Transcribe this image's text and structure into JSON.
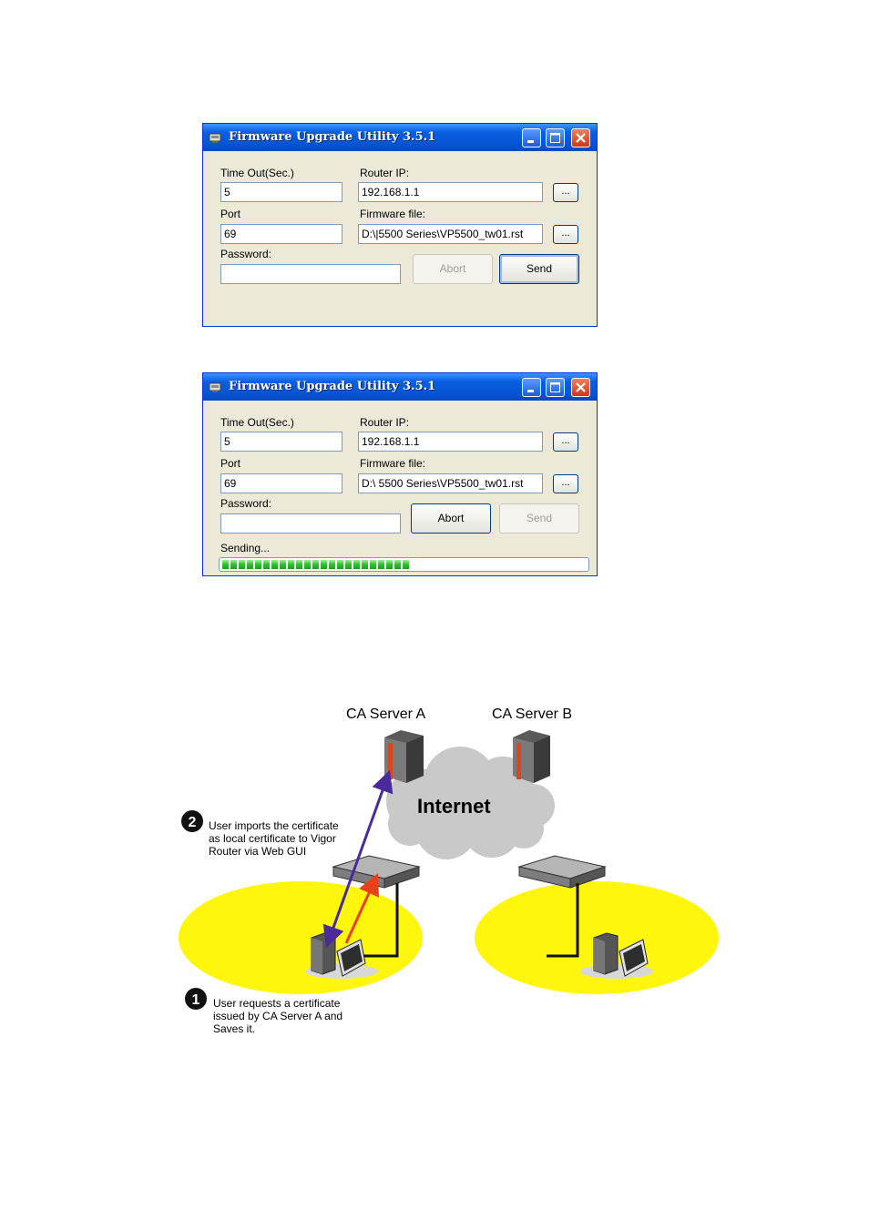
{
  "windows": [
    {
      "title": "Firmware Upgrade Utility 3.5.1",
      "timeout_label": "Time Out(Sec.)",
      "timeout_value": "5",
      "router_ip_label": "Router IP:",
      "router_ip_value": "192.168.1.1",
      "port_label": "Port",
      "port_value": "69",
      "firmware_label": "Firmware file:",
      "firmware_value": "D:\\|5500 Series\\VP5500_tw01.rst",
      "browse_label": "...",
      "password_label": "Password:",
      "password_value": "",
      "abort_label": "Abort",
      "send_label": "Send"
    },
    {
      "title": "Firmware Upgrade Utility 3.5.1",
      "timeout_label": "Time Out(Sec.)",
      "timeout_value": "5",
      "router_ip_label": "Router IP:",
      "router_ip_value": "192.168.1.1",
      "port_label": "Port",
      "port_value": "69",
      "firmware_label": "Firmware file:",
      "firmware_value": "D:\\ 5500 Series\\VP5500_tw01.rst",
      "browse_label": "...",
      "password_label": "Password:",
      "password_value": "",
      "abort_label": "Abort",
      "send_label": "Send",
      "status_text": "Sending...",
      "progress_fraction": 0.52
    }
  ],
  "diagram": {
    "ca_server_a": "CA Server A",
    "ca_server_b": "CA Server B",
    "internet": "Internet",
    "step2_number": "2",
    "step2_lines": [
      "User imports the certificate",
      "as local certificate to Vigor",
      "Router via Web GUI"
    ],
    "step1_number": "1",
    "step1_lines": [
      "User requests a certificate",
      "issued by CA Server A and",
      "Saves it."
    ],
    "colors": {
      "import_arrow": "#4b2a9a",
      "request_arrow": "#e8401a",
      "zone": "#fff600",
      "cloud": "#c9c9c9"
    }
  }
}
